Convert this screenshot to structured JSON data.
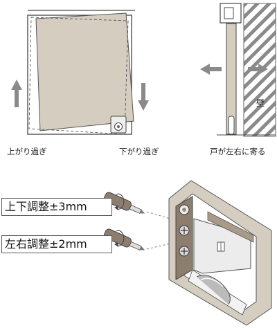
{
  "captions": {
    "too_high": "上がり過ぎ",
    "too_low": "下がり過ぎ",
    "side_shift": "戸が左右に寄る",
    "wall": "壁"
  },
  "adjustments": {
    "vertical": "上下調整±3mm",
    "horizontal": "左右調整±2mm"
  },
  "colors": {
    "door_fill": "#d4cdc0",
    "arrow_gray": "#8a8a8a",
    "wood_dark": "#8c7d6e",
    "hardware_light": "#ececec",
    "wall_hatch": "#7a7a7a"
  },
  "icons": [
    "arrow-up-icon",
    "arrow-down-icon",
    "arrow-left-icon",
    "arrow-right-icon",
    "screwdriver-icon",
    "rotation-arrow-icon"
  ]
}
